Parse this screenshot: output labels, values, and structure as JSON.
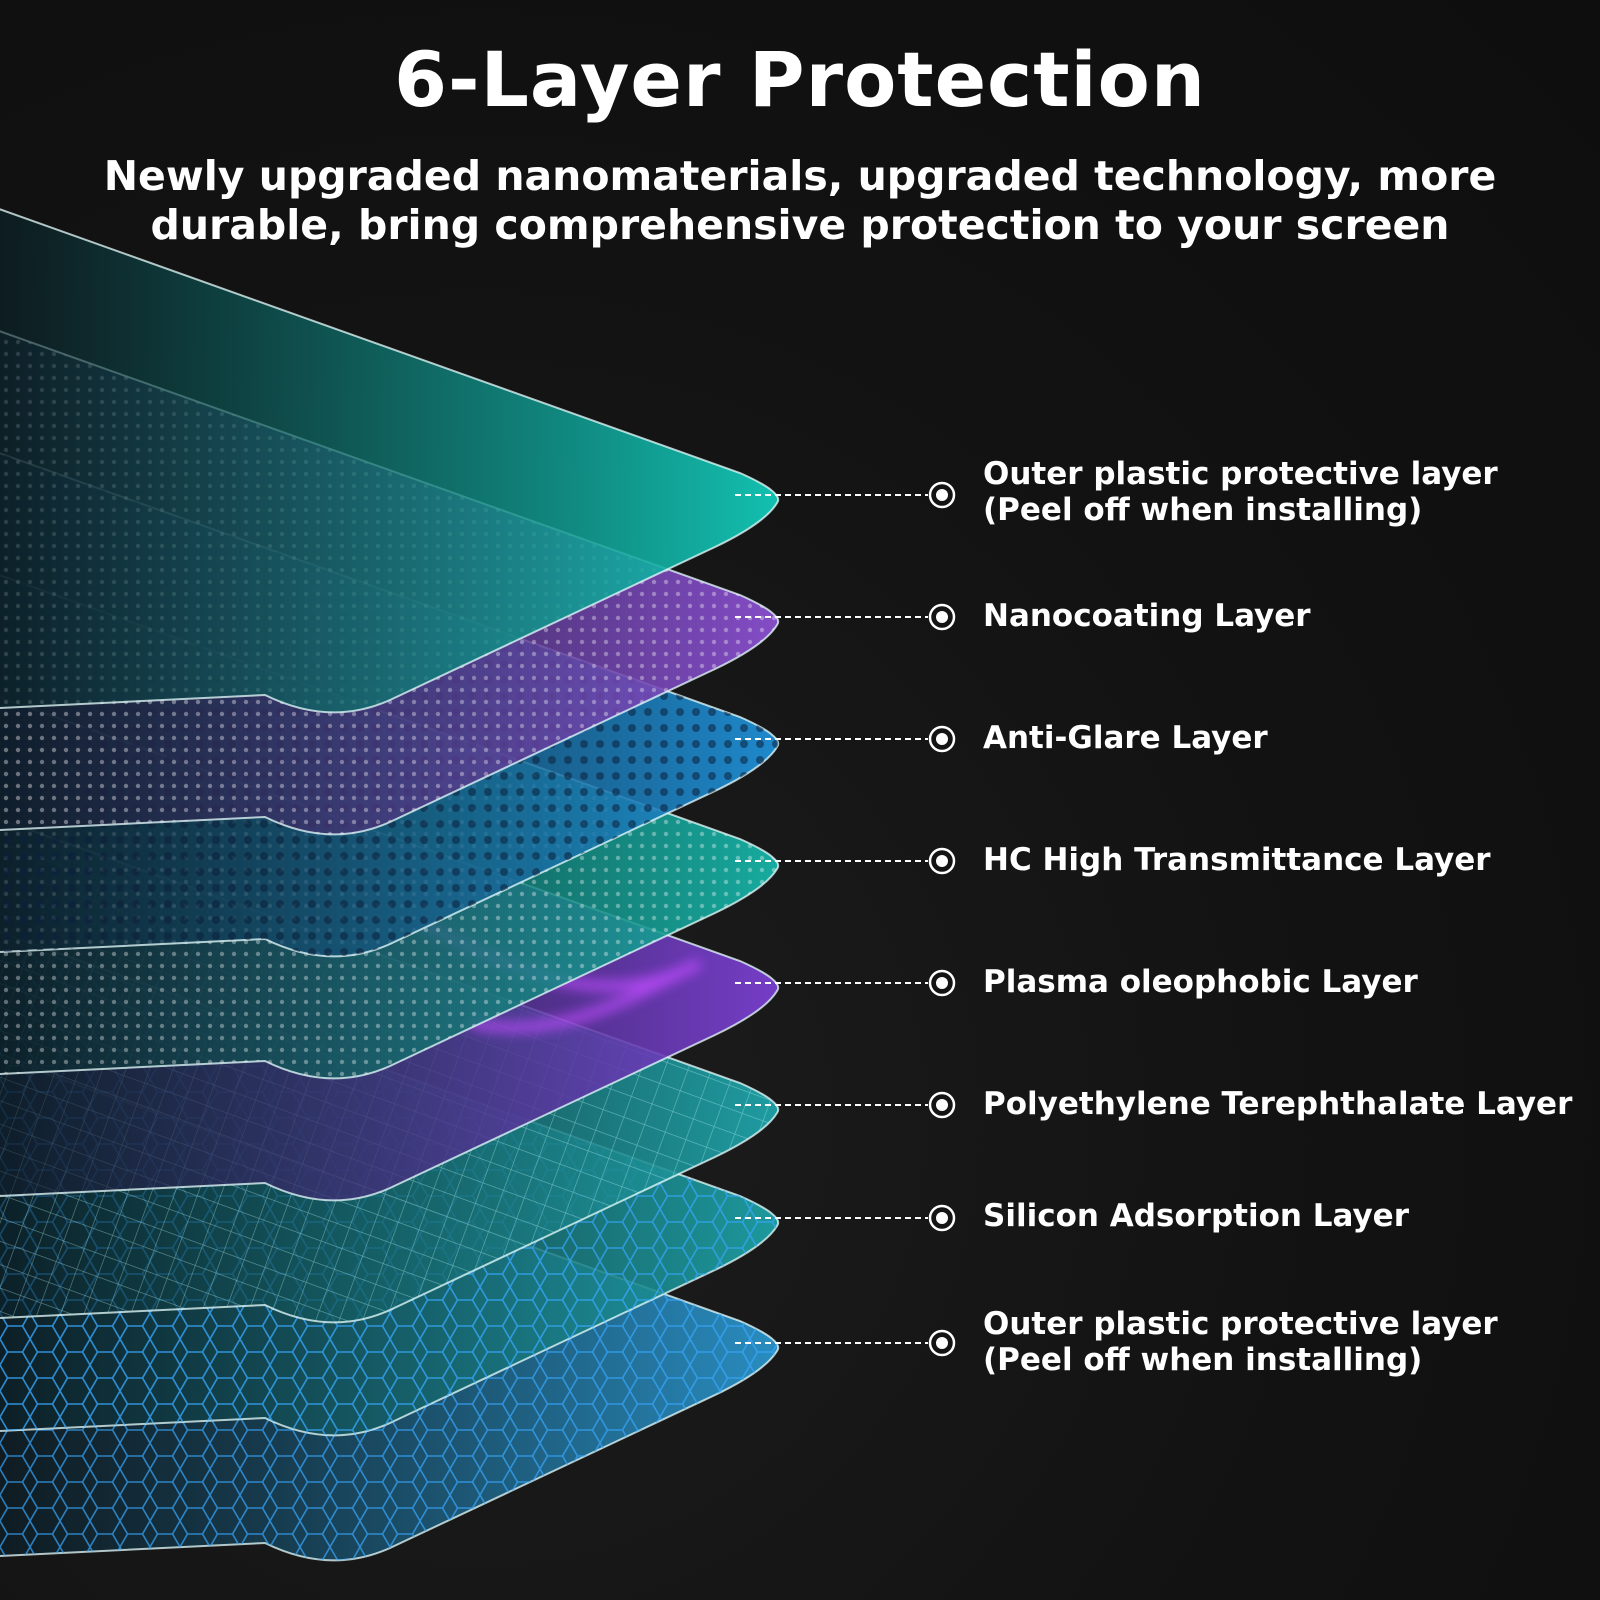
{
  "header": {
    "title": "6-Layer Protection",
    "subtitle_line1": "Newly upgraded nanomaterials, upgraded technology, more",
    "subtitle_line2": "durable, bring comprehensive protection to your screen"
  },
  "layers": [
    {
      "lines": [
        "Outer plastic protective layer",
        "(Peel off when installing)"
      ],
      "color": "#12c9b8",
      "pattern": "none"
    },
    {
      "lines": [
        "Nanocoating Layer"
      ],
      "color": "#8a4fd0",
      "pattern": "dots"
    },
    {
      "lines": [
        "Anti-Glare Layer"
      ],
      "color": "#1f8fd6",
      "pattern": "dots"
    },
    {
      "lines": [
        "HC High Transmittance Layer"
      ],
      "color": "#17b3a6",
      "pattern": "dots"
    },
    {
      "lines": [
        "Plasma oleophobic Layer"
      ],
      "color": "#7a3fd0",
      "pattern": "plasma"
    },
    {
      "lines": [
        "Polyethylene Terephthalate Layer"
      ],
      "color": "#1fa3a8",
      "pattern": "grid"
    },
    {
      "lines": [
        "Silicon Adsorption Layer"
      ],
      "color": "#1da0a4",
      "pattern": "hex"
    },
    {
      "lines": [
        "Outer plastic protective layer",
        "(Peel off when installing)"
      ],
      "color": "#2a93c9",
      "pattern": "hex"
    }
  ],
  "colors": {
    "background": "#141414",
    "text": "#ffffff",
    "leader": "#ffffff"
  }
}
